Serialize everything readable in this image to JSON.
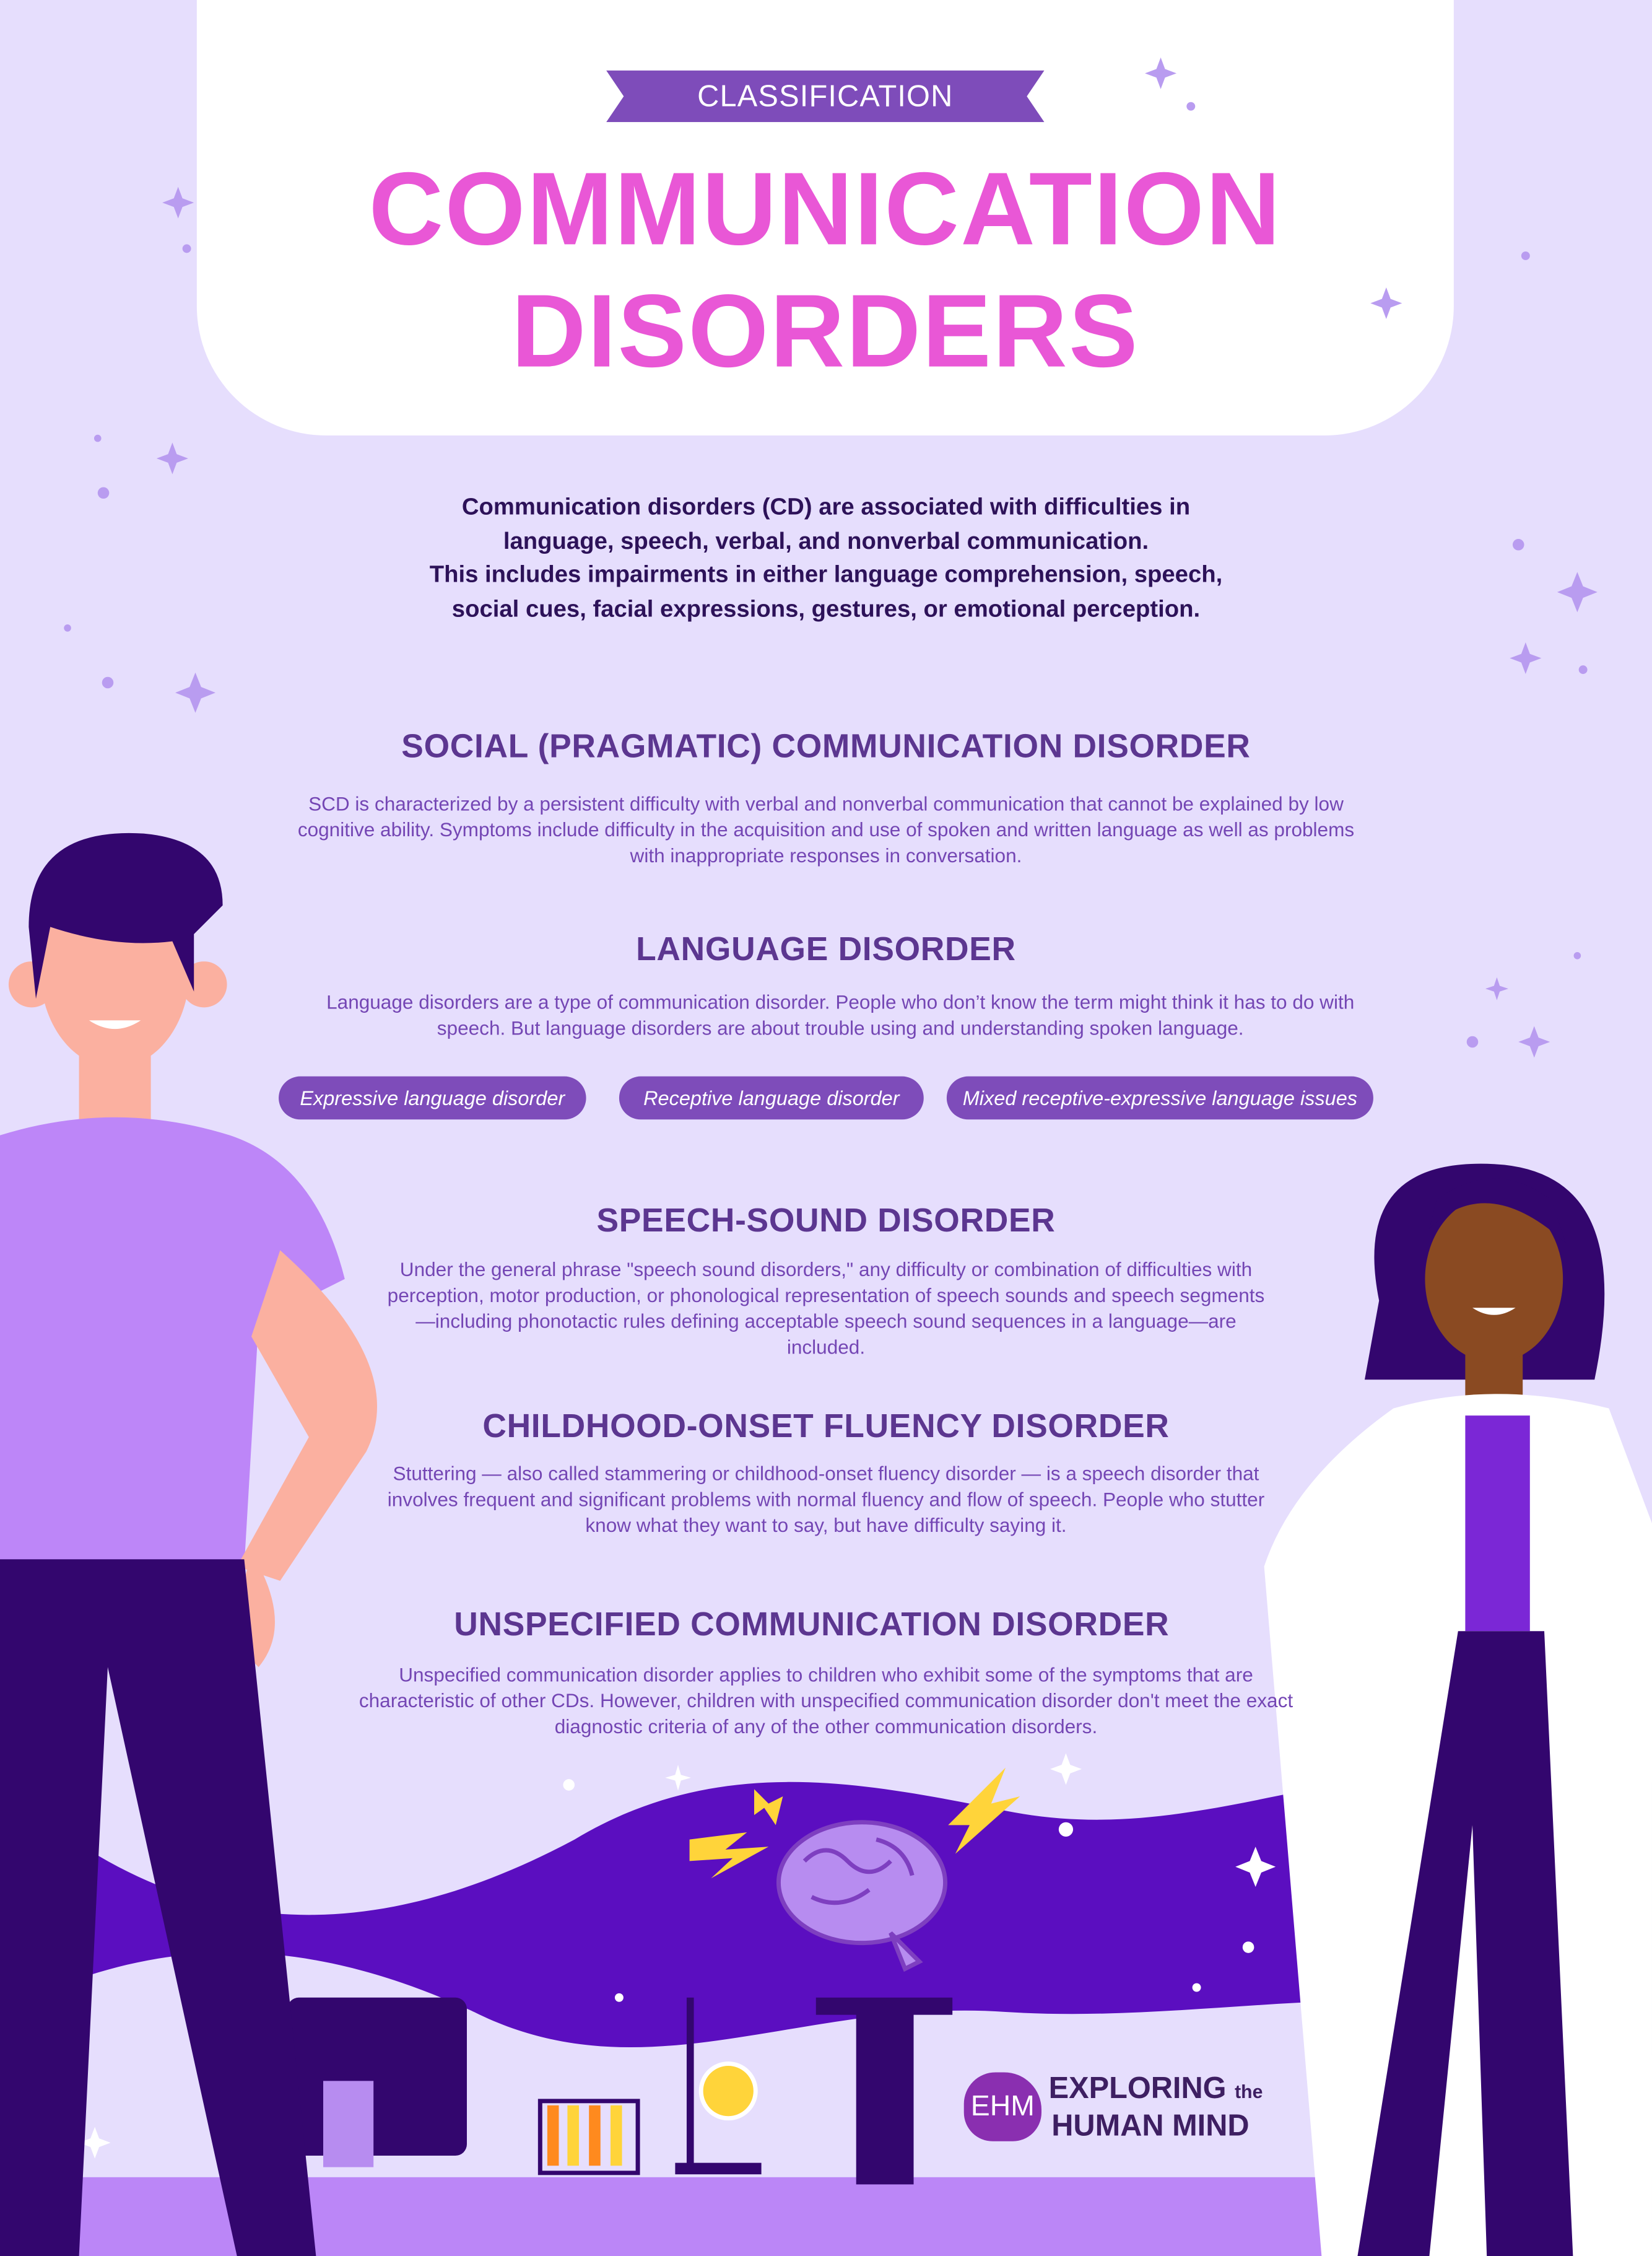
{
  "header": {
    "ribbon": "CLASSIFICATION",
    "title_line1": "COMMUNICATION",
    "title_line2": "DISORDERS"
  },
  "intro": [
    "Communication disorders (CD) are associated with difficulties in",
    "language, speech, verbal, and nonverbal communication.",
    "This includes impairments in either language comprehension, speech,",
    "social cues, facial expressions, gestures, or emotional perception."
  ],
  "sections": [
    {
      "heading": "SOCIAL (PRAGMATIC) COMMUNICATION DISORDER",
      "body": "SCD is characterized by a persistent difficulty with verbal and nonverbal communication that cannot be explained by low cognitive ability. Symptoms include difficulty in the acquisition and use of spoken and written language as well as problems with inappropriate responses in conversation."
    },
    {
      "heading": "LANGUAGE DISORDER",
      "body": "Language disorders are a type of communication disorder. People who don’t know the term might think it has to do with speech. But language disorders are about trouble using and understanding spoken language."
    },
    {
      "heading": "SPEECH-SOUND DISORDER",
      "body": "Under the general phrase \"speech sound disorders,\" any difficulty or combination of difficulties with perception, motor production, or phonological representation of speech sounds and speech segments—including phonotactic rules defining acceptable speech sound sequences in a language—are included."
    },
    {
      "heading": "CHILDHOOD-ONSET FLUENCY DISORDER",
      "body": "Stuttering — also called stammering or childhood-onset fluency disorder — is a speech disorder that involves frequent and significant problems with normal fluency and flow of speech. People who stutter know what they want to say, but have difficulty saying it."
    },
    {
      "heading": "UNSPECIFIED COMMUNICATION DISORDER",
      "body": "Unspecified communication disorder applies to children who exhibit some of the symptoms that are characteristic of other CDs. However, children with unspecified communication disorder don't meet the exact diagnostic criteria of any of the other communication disorders."
    }
  ],
  "language_types": [
    "Expressive language disorder",
    "Receptive language disorder",
    "Mixed receptive-expressive language issues"
  ],
  "logo": {
    "mark": "EHM",
    "line1": "EXPLORING",
    "the": "the",
    "line2": "HUMAN MIND"
  },
  "colors": {
    "background": "#e6defd",
    "title": "#e957d6",
    "heading": "#5c3690",
    "accent": "#7e4cba"
  }
}
